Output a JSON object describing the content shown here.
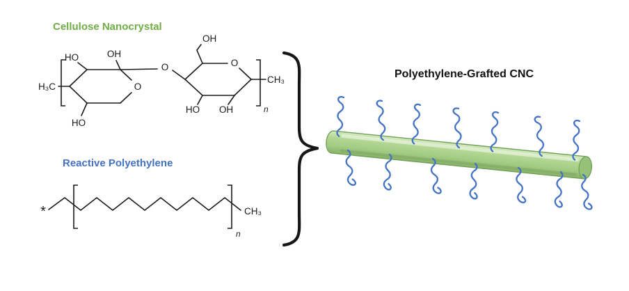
{
  "colors": {
    "cnc-green": "#70AD47",
    "pe-blue": "#4472C4",
    "rod-fill": "#A9D18E",
    "rod-stroke": "#6FA05A",
    "ink": "#1a1a1a"
  },
  "cellulose": {
    "title": "Cellulose Nanocrystal",
    "labels": {
      "ho_left": "HO",
      "oh_top": "OH",
      "ring_o": "O",
      "h3c": "H₃C",
      "ho_ch2": "HO",
      "glycosidic_o": "O",
      "ring2_o": "O",
      "oh_ch2": "OH",
      "ho_bottom": "HO",
      "oh_bottom": "OH",
      "ch3": "CH₃",
      "n": "n"
    }
  },
  "polyethylene": {
    "title": "Reactive Polyethylene",
    "labels": {
      "star": "*",
      "ch3": "CH₃",
      "n": "n"
    }
  },
  "product": {
    "title": "Polyethylene-Grafted CNC"
  }
}
